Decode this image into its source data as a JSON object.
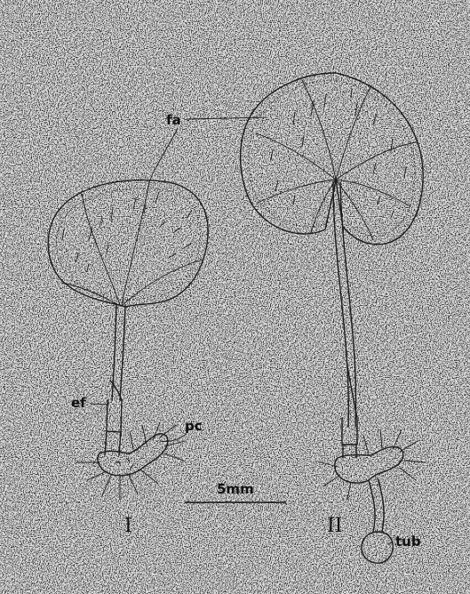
{
  "labels": {
    "fa": "fa",
    "ef": "ef",
    "pc": "pc",
    "tub": "tub",
    "scale": "5mm",
    "stage_1": "I",
    "stage_2": "II"
  },
  "colors": {
    "background": "#d9d9d9",
    "ink": "#1a1a1a"
  }
}
